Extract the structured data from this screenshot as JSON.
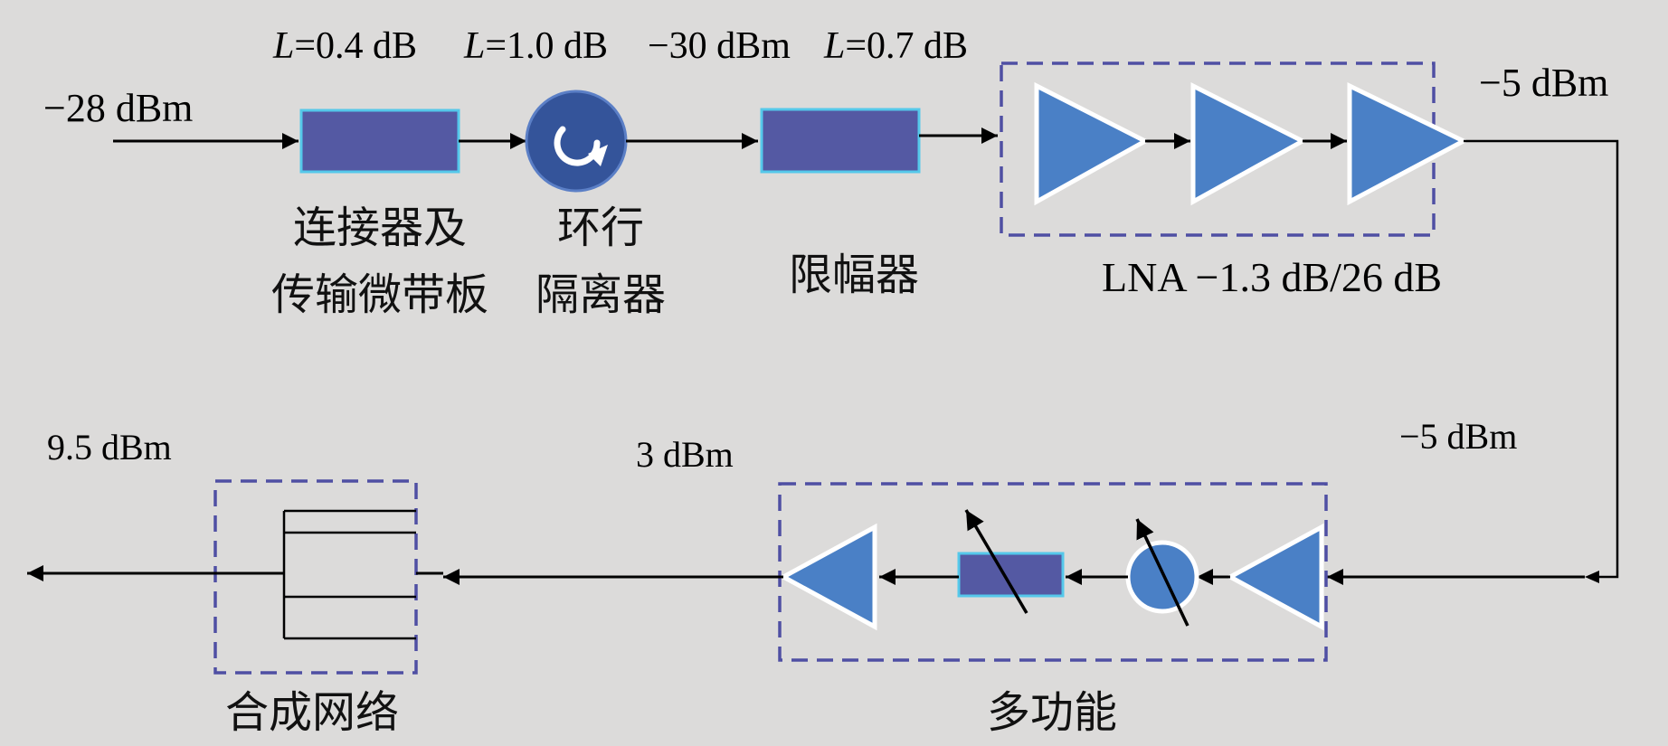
{
  "levels": {
    "input": "−28 dBm",
    "limiter_in": "−30 dBm",
    "lna_out": "−5 dBm",
    "multi_in": "−5 dBm",
    "multi_out": "3 dBm",
    "output": "9.5 dBm"
  },
  "losses": {
    "connector": {
      "sym": "L",
      "val": "=0.4 dB"
    },
    "circulator": {
      "sym": "L",
      "val": "=1.0 dB"
    },
    "limiter": {
      "sym": "L",
      "val": "=0.7 dB"
    }
  },
  "labels": {
    "connector_line1": "连接器及",
    "connector_line2": "传输微带板",
    "circulator_line1": "环行",
    "circulator_line2": "隔离器",
    "limiter": "限幅器",
    "lna": "LNA −1.3 dB/26 dB",
    "multifunction": "多功能",
    "combiner": "合成网络"
  },
  "colors": {
    "background": "#dcdbda",
    "block_fill": "#5459a3",
    "block_edge": "#55c8ea",
    "amplifier_fill": "#4a80c6",
    "dashed_group": "#4f4fa3"
  },
  "icons": {
    "circulator": "circular-arrow-icon",
    "amplifier": "triangle-amplifier-icon",
    "phase_shifter": "variable-circle-icon",
    "attenuator": "variable-rectangle-icon"
  }
}
